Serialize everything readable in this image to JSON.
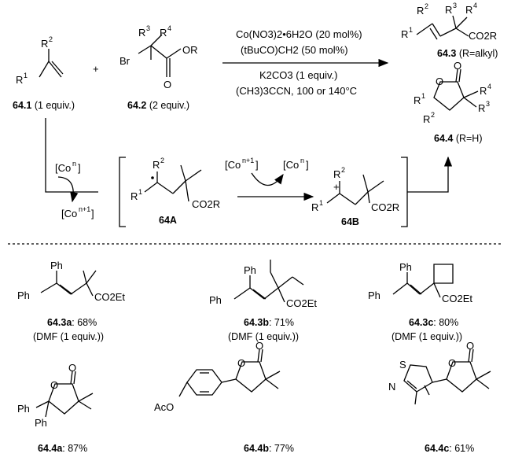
{
  "reagents": {
    "line1": "Co(NO3)2•6H2O (20 mol%)",
    "line2": "(tBuCO)CH2 (50 mol%)",
    "line3": "K2CO3 (1 equiv.)",
    "line4": "(CH3)3CCN, 100 or 140°C"
  },
  "compounds": {
    "c1": {
      "id": "64.1",
      "note": " (1 equiv.)"
    },
    "c2": {
      "id": "64.2",
      "note": " (2 equiv.)"
    },
    "c3": {
      "id": "64.3",
      "note": " (R=alkyl)"
    },
    "c4": {
      "id": "64.4",
      "note": " (R=H)"
    },
    "iA": {
      "id": "64A"
    },
    "iB": {
      "id": "64B"
    }
  },
  "groups": {
    "R1": "R",
    "R2": "R",
    "R3": "R",
    "R4": "R",
    "Br": "Br",
    "OR": "OR",
    "O": "O",
    "CO2R": "CO2R",
    "CO2Et": "CO2Et",
    "Ph": "Ph",
    "AcO": "AcO",
    "S": "S",
    "N": "N"
  },
  "cobalt": {
    "con": "[Co",
    "n": "n",
    "np1": "n+1",
    "close": "]"
  },
  "plus": "+",
  "examples": [
    {
      "id": "64.3a",
      "yield": ": 68%",
      "cond": "(DMF (1 equiv.))"
    },
    {
      "id": "64.3b",
      "yield": ": 71%",
      "cond": "(DMF (1 equiv.))"
    },
    {
      "id": "64.3c",
      "yield": ": 80%",
      "cond": "(DMF (1 equiv.))"
    },
    {
      "id": "64.4a",
      "yield": ": 87%"
    },
    {
      "id": "64.4b",
      "yield": ": 77%"
    },
    {
      "id": "64.4c",
      "yield": ": 61%"
    }
  ]
}
